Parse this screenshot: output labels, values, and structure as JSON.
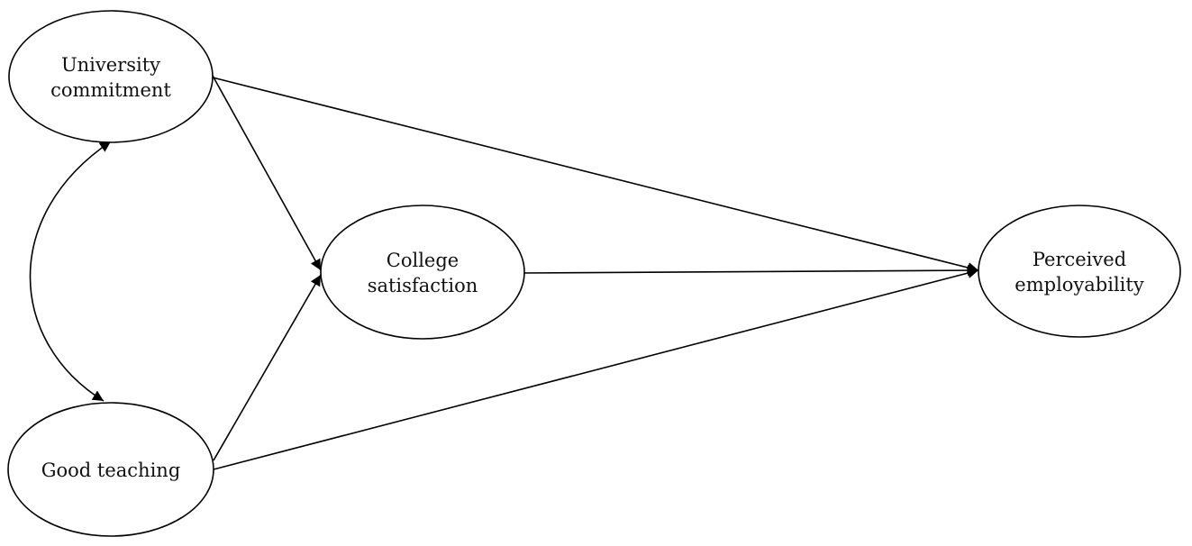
{
  "diagram": {
    "nodes": [
      {
        "id": "university_commitment",
        "lines": [
          "University",
          "commitment"
        ]
      },
      {
        "id": "good_teaching",
        "lines": [
          "Good teaching"
        ]
      },
      {
        "id": "college_satisfaction",
        "lines": [
          "College",
          "satisfaction"
        ]
      },
      {
        "id": "perceived_employability",
        "lines": [
          "Perceived",
          "employability"
        ]
      }
    ],
    "edges": [
      {
        "from": "university_commitment",
        "to": "college_satisfaction",
        "type": "directed"
      },
      {
        "from": "good_teaching",
        "to": "college_satisfaction",
        "type": "directed"
      },
      {
        "from": "university_commitment",
        "to": "perceived_employability",
        "type": "directed"
      },
      {
        "from": "good_teaching",
        "to": "perceived_employability",
        "type": "directed"
      },
      {
        "from": "college_satisfaction",
        "to": "perceived_employability",
        "type": "directed"
      },
      {
        "from": "university_commitment",
        "to": "good_teaching",
        "type": "correlation"
      }
    ],
    "colors": {
      "stroke": "#000000",
      "fill": "#ffffff",
      "text": "#111111"
    }
  }
}
